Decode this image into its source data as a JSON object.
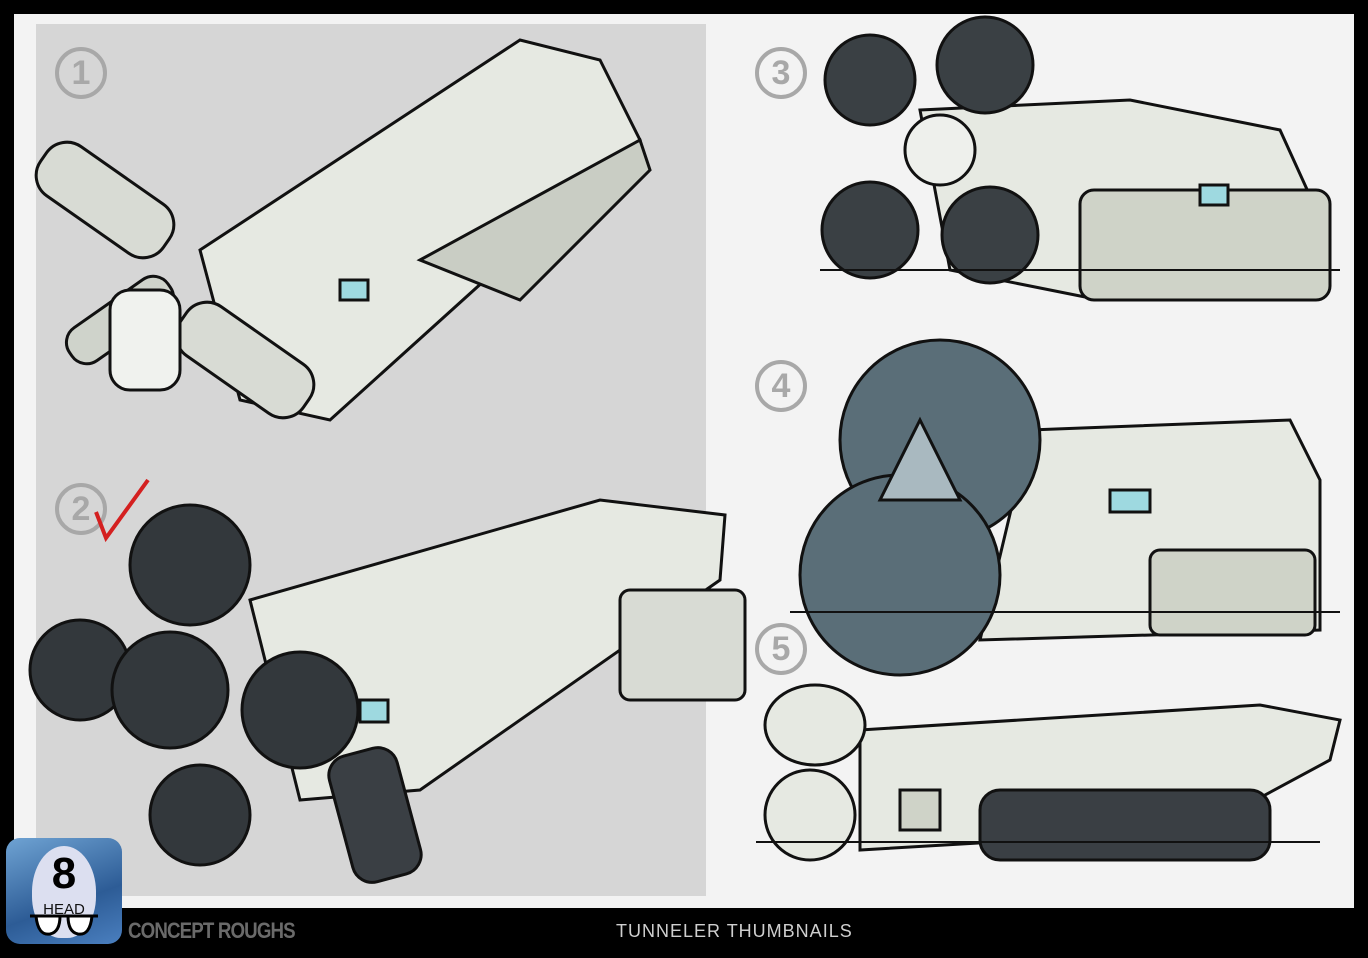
{
  "sheet": {
    "title": "TUNNELER THUMBNAILS",
    "subtitle": "CONCEPT ROUGHS",
    "logo": {
      "digit": "8",
      "text": "HEAD"
    },
    "thumbnails": [
      {
        "number": "1"
      },
      {
        "number": "2",
        "selected": true
      },
      {
        "number": "3"
      },
      {
        "number": "4"
      },
      {
        "number": "5"
      }
    ],
    "colors": {
      "frame": "#000000",
      "panel": "#d6d6d6",
      "checkmark": "#d42020",
      "machine": "#e8ebe4",
      "steel": "#5a6e78"
    }
  }
}
